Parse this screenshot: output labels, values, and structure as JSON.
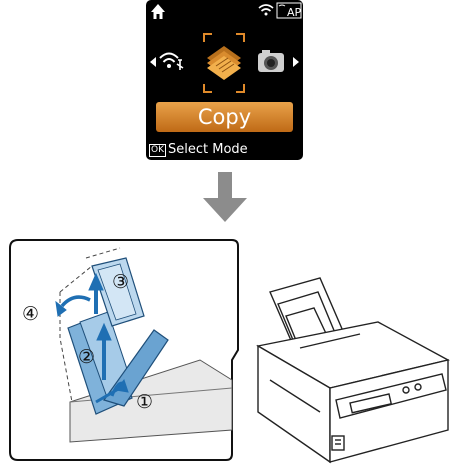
{
  "screen": {
    "mode_label": "Copy",
    "ok_badge": "OK",
    "hint": "Select Mode",
    "status_badge": "AP"
  },
  "steps": [
    {
      "label": "①"
    },
    {
      "label": "②"
    },
    {
      "label": "③"
    },
    {
      "label": "④"
    }
  ],
  "colors": {
    "arrow_blue": "#1f6fb3",
    "flow_arrow": "#8c8c8c",
    "copy_bar": "#d9832c"
  },
  "icons": [
    "home-icon",
    "wifi-icon",
    "access-point-icon",
    "wifi-setup-icon",
    "copy-icon",
    "camera-icon",
    "left-arrow-icon",
    "right-arrow-icon"
  ]
}
